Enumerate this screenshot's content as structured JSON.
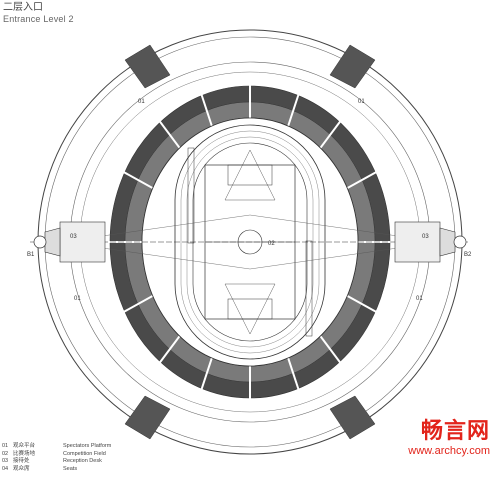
{
  "title": {
    "zh": "二层入口",
    "en": "Entrance Level 2"
  },
  "plan_labels": {
    "platform_top_left": "01",
    "platform_top_right": "01",
    "platform_bottom_left": "01",
    "platform_bottom_right": "01",
    "field": "02",
    "desk_left": "03",
    "desk_right": "03",
    "axis_left": "B1",
    "axis_right": "B2"
  },
  "legend": [
    {
      "num": "01",
      "zh": "观众平台",
      "en": "Spectators Platform"
    },
    {
      "num": "02",
      "zh": "比赛场地",
      "en": "Competition Field"
    },
    {
      "num": "03",
      "zh": "接待处",
      "en": "Reception Desk"
    },
    {
      "num": "04",
      "zh": "观众席",
      "en": "Seats"
    }
  ],
  "watermark": {
    "brand": "畅言网",
    "url": "www.archcy.com"
  },
  "colors": {
    "line": "#333333",
    "seat_dark": "#3a3a3a",
    "watermark": "#e2241b"
  }
}
